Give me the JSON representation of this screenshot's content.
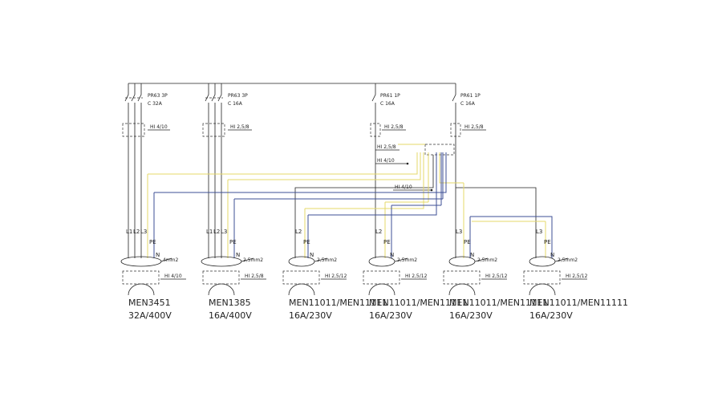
{
  "colors": {
    "phase": "#222222",
    "pe": "#e6d86a",
    "neutral": "#3d4f96",
    "mesh": "#9a9a9a"
  },
  "breakers": [
    {
      "type": "PR63 3P",
      "rating": "C 32A"
    },
    {
      "type": "PR63 3P",
      "rating": "C 16A"
    },
    {
      "type": "PR61 1P",
      "rating": "C 16A"
    },
    {
      "type": "PR61 1P",
      "rating": "C 16A"
    }
  ],
  "sections": {
    "s1": "HI 4/10",
    "s2": "HI 2,5/8",
    "s3": "HI 2,5/8",
    "s4": "HI 2,5/8",
    "junction_top": "HI 2,5/8",
    "junction_mid": "HI 4/10",
    "junction_low": "HI 4/10"
  },
  "wire_labels": {
    "l1": "L1",
    "l2": "L2",
    "l3": "L3",
    "pe": "PE",
    "n": "N"
  },
  "outlets": [
    {
      "cable": "4mm2",
      "section": "HI 4/10",
      "name": "MEN3451",
      "rating": "32A/400V",
      "phases": [
        "L1",
        "L2",
        "L3"
      ]
    },
    {
      "cable": "2,5mm2",
      "section": "HI 2,5/8",
      "name": "MEN1385",
      "rating": "16A/400V",
      "phases": [
        "L1",
        "L2",
        "L3"
      ]
    },
    {
      "cable": "2,5mm2",
      "section": "HI 2,5/12",
      "name": "MEN11011/MEN11111",
      "rating": "16A/230V",
      "phases": [
        "L2"
      ]
    },
    {
      "cable": "2,5mm2",
      "section": "HI 2,5/12",
      "name": "MEN11011/MEN11111",
      "rating": "16A/230V",
      "phases": [
        "L2"
      ]
    },
    {
      "cable": "2,5mm2",
      "section": "HI 2,5/12",
      "name": "MEN11011/MEN11111",
      "rating": "16A/230V",
      "phases": [
        "L3"
      ]
    },
    {
      "cable": "2,5mm2",
      "section": "HI 2,5/12",
      "name": "MEN11011/MEN11111",
      "rating": "16A/230V",
      "phases": [
        "L3"
      ]
    }
  ]
}
